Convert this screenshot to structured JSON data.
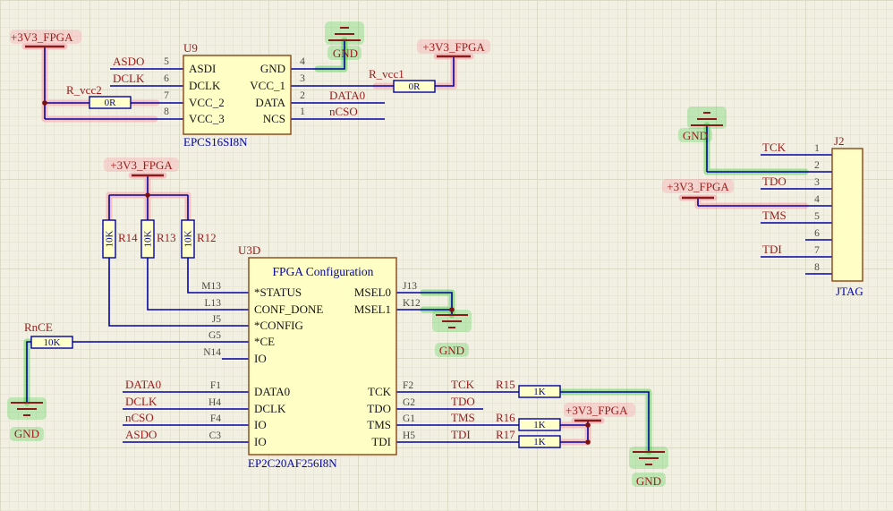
{
  "power": {
    "vcc": "+3V3_FPGA",
    "gnd": "GND"
  },
  "nets": {
    "asdo": "ASDO",
    "dclk": "DCLK",
    "data0": "DATA0",
    "ncso": "nCSO",
    "tck": "TCK",
    "tdo": "TDO",
    "tms": "TMS",
    "tdi": "TDI"
  },
  "u9": {
    "designator": "U9",
    "part": "EPCS16SI8N",
    "left_pins": [
      {
        "num": "5",
        "name": "ASDI"
      },
      {
        "num": "6",
        "name": "DCLK"
      },
      {
        "num": "7",
        "name": "VCC_2"
      },
      {
        "num": "8",
        "name": "VCC_3"
      }
    ],
    "right_pins": [
      {
        "num": "4",
        "name": "GND"
      },
      {
        "num": "3",
        "name": "VCC_1"
      },
      {
        "num": "2",
        "name": "DATA"
      },
      {
        "num": "1",
        "name": "NCS"
      }
    ]
  },
  "u3d": {
    "designator": "U3D",
    "title": "FPGA Configuration",
    "part": "EP2C20AF256I8N",
    "left_pins": [
      {
        "num": "M13",
        "name": "*STATUS"
      },
      {
        "num": "L13",
        "name": "CONF_DONE"
      },
      {
        "num": "J5",
        "name": "*CONFIG"
      },
      {
        "num": "G5",
        "name": "*CE"
      },
      {
        "num": "N14",
        "name": "IO"
      },
      {
        "num": "F1",
        "name": "DATA0"
      },
      {
        "num": "H4",
        "name": "DCLK"
      },
      {
        "num": "F4",
        "name": "IO"
      },
      {
        "num": "C3",
        "name": "IO"
      }
    ],
    "right_pins": [
      {
        "num": "J13",
        "name": "MSEL0"
      },
      {
        "num": "K12",
        "name": "MSEL1"
      },
      {
        "num": "F2",
        "name": "TCK"
      },
      {
        "num": "G2",
        "name": "TDO"
      },
      {
        "num": "G1",
        "name": "TMS"
      },
      {
        "num": "H5",
        "name": "TDI"
      }
    ]
  },
  "j2": {
    "designator": "J2",
    "part": "JTAG",
    "pin_numbers": [
      "1",
      "2",
      "3",
      "4",
      "5",
      "6",
      "7",
      "8"
    ]
  },
  "resistors": {
    "r_vcc2": {
      "ref": "R_vcc2",
      "value": "0R"
    },
    "r_vcc1": {
      "ref": "R_vcc1",
      "value": "0R"
    },
    "r14": {
      "ref": "R14",
      "value": "10K"
    },
    "r13": {
      "ref": "R13",
      "value": "10K"
    },
    "r12": {
      "ref": "R12",
      "value": "10K"
    },
    "rnce": {
      "ref": "RnCE",
      "value": "10K"
    },
    "r15": {
      "ref": "R15",
      "value": "1K"
    },
    "r16": {
      "ref": "R16",
      "value": "1K"
    },
    "r17": {
      "ref": "R17",
      "value": "1K"
    }
  }
}
